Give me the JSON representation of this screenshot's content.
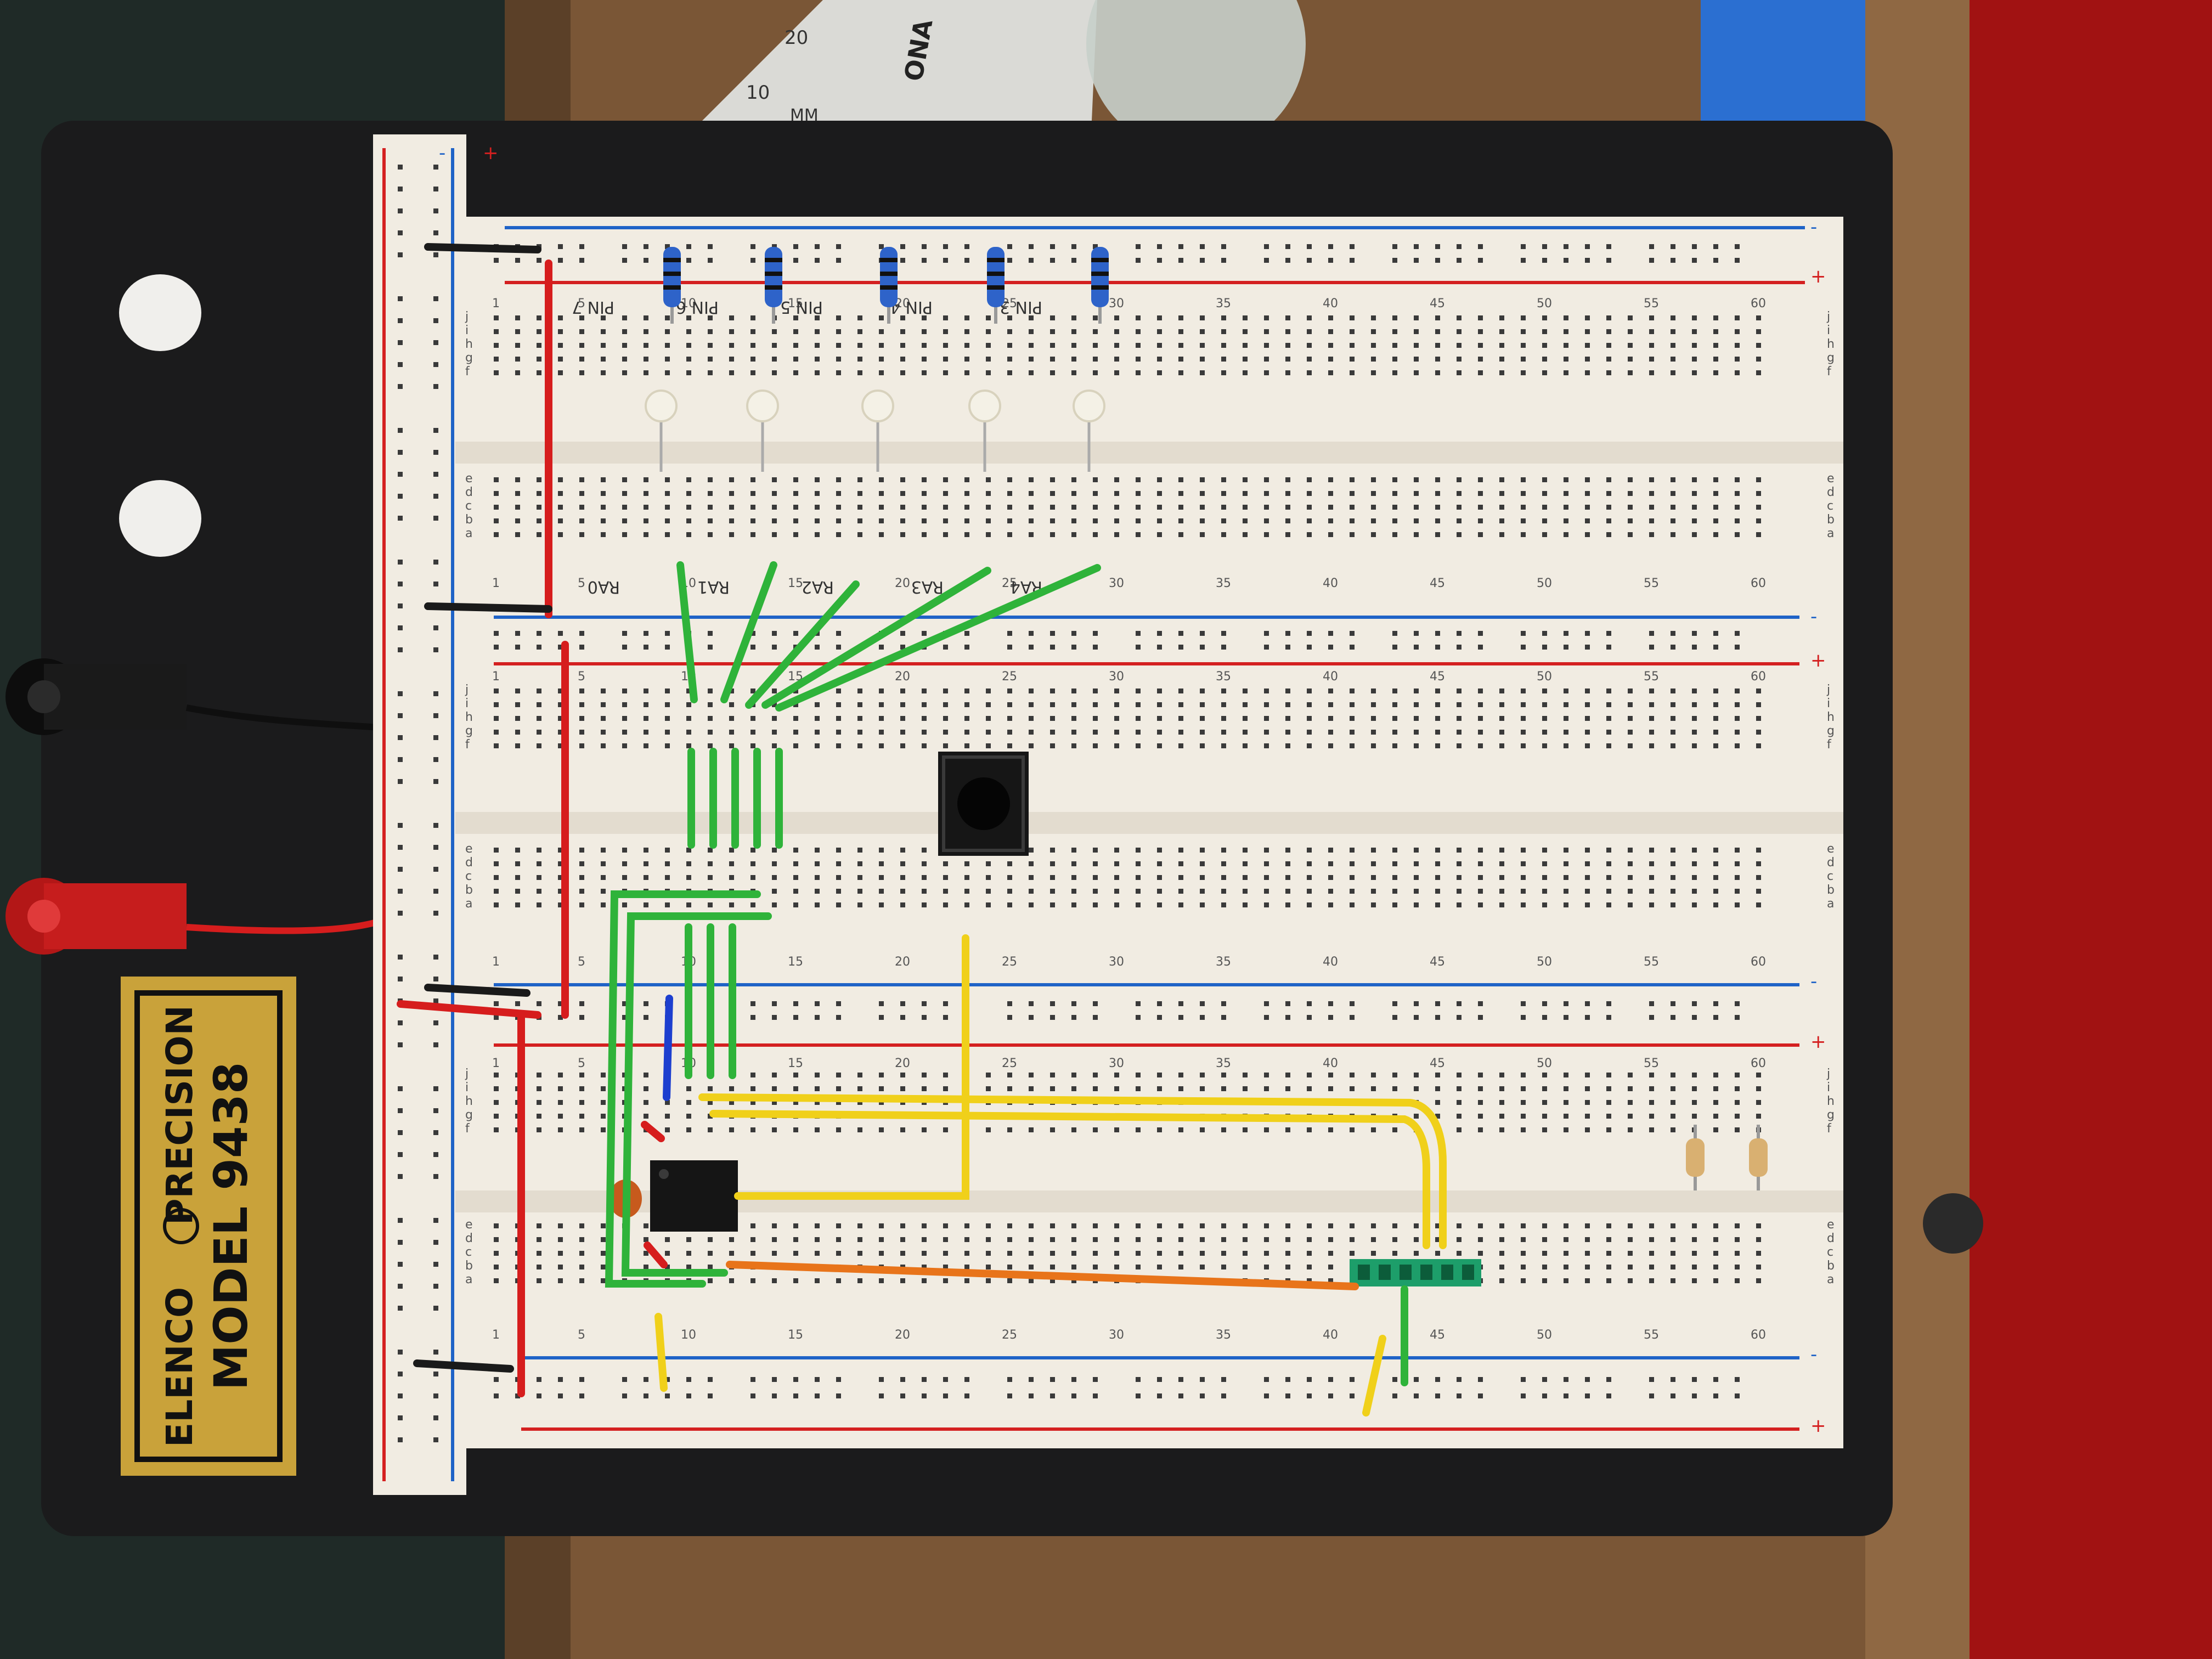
{
  "plate": {
    "brand": "ELENCO",
    "line": "PRECISION",
    "model": "MODEL 9438",
    "colors": {
      "gold": "#c9a23a",
      "black": "#111111"
    }
  },
  "protractor": {
    "tick_20": "20",
    "tick_10": "10",
    "unit": "MM",
    "brand_fragment": "ONA"
  },
  "breadboard": {
    "row_letters_top": [
      "j",
      "i",
      "h",
      "g",
      "f"
    ],
    "row_letters_bottom": [
      "e",
      "d",
      "c",
      "b",
      "a"
    ],
    "column_numbers": [
      "1",
      "5",
      "10",
      "15",
      "20",
      "25",
      "30",
      "35",
      "40",
      "45",
      "50",
      "55",
      "60"
    ],
    "rail_plus": "+",
    "rail_minus": "-",
    "colors": {
      "body": "#f1ece2",
      "hole": "#3a3a3a",
      "red_rail": "#d42020",
      "blue_rail": "#1f63c7"
    }
  },
  "handwriting": {
    "pins": [
      "PIN 7",
      "PIN 6",
      "PIN 5",
      "PIN 4",
      "PIN 3"
    ],
    "ra_labels": [
      "RA0",
      "RA1",
      "RA2",
      "RA3",
      "RA4"
    ]
  },
  "wire_colors": {
    "red": "#d61d1d",
    "black": "#1a1a1a",
    "green": "#2fb33a",
    "yellow": "#f0d01a",
    "blue": "#1d3fcf",
    "orange": "#e8741a"
  }
}
